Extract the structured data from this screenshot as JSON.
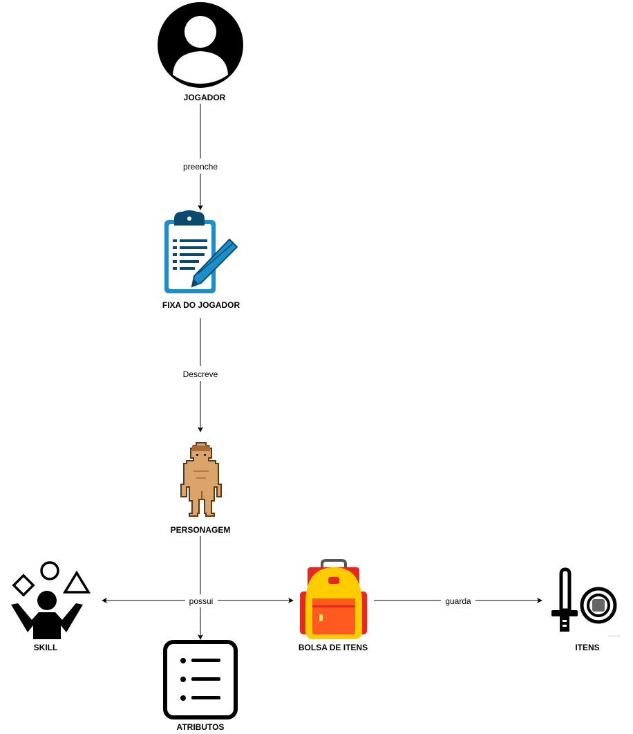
{
  "nodes": {
    "jogador": {
      "label": "JOGADOR",
      "icon": "user-circle-icon"
    },
    "fixa": {
      "label": "FIXA DO JOGADOR",
      "icon": "clipboard-pencil-icon"
    },
    "personagem": {
      "label": "PERSONAGEM",
      "icon": "pixel-character-icon"
    },
    "skill": {
      "label": "SKILL",
      "icon": "juggling-shapes-person-icon"
    },
    "atributos": {
      "label": "ATRIBUTOS",
      "icon": "list-icon"
    },
    "bolsa": {
      "label": "BOLSA DE ITENS",
      "icon": "backpack-icon"
    },
    "itens": {
      "label": "ITENS",
      "icon": "sword-shield-icon"
    }
  },
  "edges": {
    "preenche": "preenche",
    "descreve": "Descreve",
    "possui": "possui",
    "guarda": "guarda"
  },
  "colors": {
    "line": "#000000",
    "clipboard": "#1a8fc9",
    "clipboard_dark": "#0b4a6f",
    "backpack_orange": "#ff9900",
    "backpack_red": "#e8271e",
    "backpack_yellow": "#ffcc00",
    "skin": "#d9a56b"
  }
}
